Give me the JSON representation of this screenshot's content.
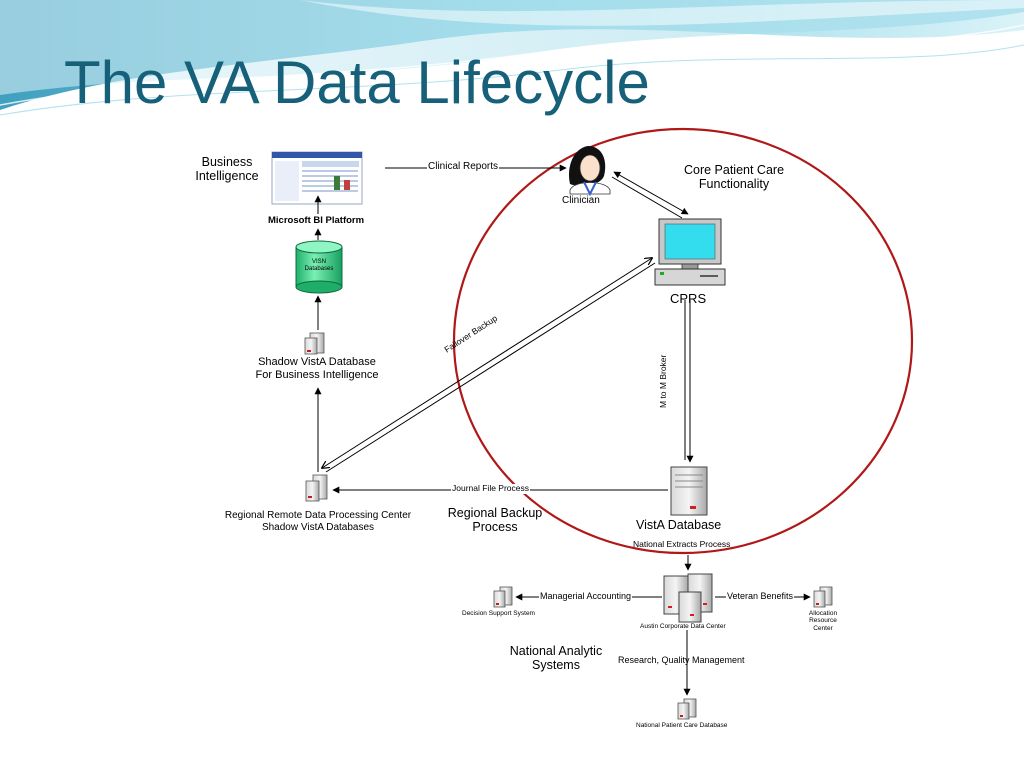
{
  "slide": {
    "title": "The VA Data Lifecycle"
  },
  "nodes": {
    "business_intelligence": "Business\nIntelligence",
    "microsoft_bi_platform": "Microsoft BI Platform",
    "visn_databases": "VISN\nDatabases",
    "shadow_vista_bi": "Shadow VistA Database\nFor Business Intelligence",
    "regional_center": "Regional Remote Data Processing Center\nShadow VistA Databases",
    "regional_backup_process": "Regional Backup\nProcess",
    "clinician": "Clinician",
    "core_patient_care": "Core Patient Care\nFunctionality",
    "cprs": "CPRS",
    "vista_database": "VistA Database",
    "national_extracts": "National Extracts Process",
    "decision_support": "Decision Support System",
    "austin_center": "Austin Corporate Data Center",
    "allocation_center": "Allocation\nResource\nCenter",
    "national_analytic": "National Analytic\nSystems",
    "national_patient_care_db": "National Patient Care Database"
  },
  "edges": {
    "clinical_reports": "Clinical Reports",
    "failover_backup": "Failover Backup",
    "m_to_m_broker": "M to M Broker",
    "journal_file_process": "Journal File Process",
    "managerial_accounting": "Managerial Accounting",
    "veteran_benefits": "Veteran Benefits",
    "research_quality": "Research, Quality Management"
  },
  "colors": {
    "title": "#17607a",
    "wave_dark": "#3aa6c4",
    "wave_light": "#bde6f0",
    "core_circle": "#b01818",
    "monitor_screen": "#33ddee",
    "cylinder": "#33cc88"
  }
}
